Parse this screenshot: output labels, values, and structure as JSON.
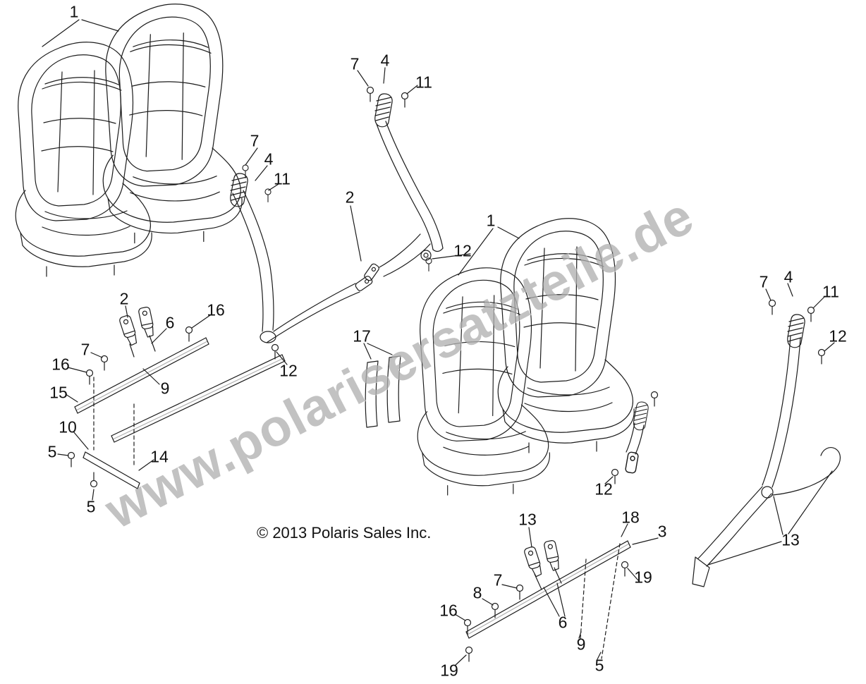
{
  "diagram": {
    "watermark": "www.polarisersatzteile.de",
    "copyright": "© 2013 Polaris Sales Inc.",
    "callouts": [
      {
        "label": "1"
      },
      {
        "label": "7"
      },
      {
        "label": "4"
      },
      {
        "label": "11"
      },
      {
        "label": "7"
      },
      {
        "label": "4"
      },
      {
        "label": "11"
      },
      {
        "label": "2"
      },
      {
        "label": "1"
      },
      {
        "label": "12"
      },
      {
        "label": "7"
      },
      {
        "label": "4"
      },
      {
        "label": "11"
      },
      {
        "label": "12"
      },
      {
        "label": "2"
      },
      {
        "label": "6"
      },
      {
        "label": "16"
      },
      {
        "label": "7"
      },
      {
        "label": "16"
      },
      {
        "label": "15"
      },
      {
        "label": "9"
      },
      {
        "label": "17"
      },
      {
        "label": "10"
      },
      {
        "label": "5"
      },
      {
        "label": "14"
      },
      {
        "label": "12"
      },
      {
        "label": "5"
      },
      {
        "label": "12"
      },
      {
        "label": "13"
      },
      {
        "label": "18"
      },
      {
        "label": "3"
      },
      {
        "label": "13"
      },
      {
        "label": "7"
      },
      {
        "label": "19"
      },
      {
        "label": "8"
      },
      {
        "label": "16"
      },
      {
        "label": "6"
      },
      {
        "label": "9"
      },
      {
        "label": "19"
      },
      {
        "label": "5"
      }
    ]
  }
}
